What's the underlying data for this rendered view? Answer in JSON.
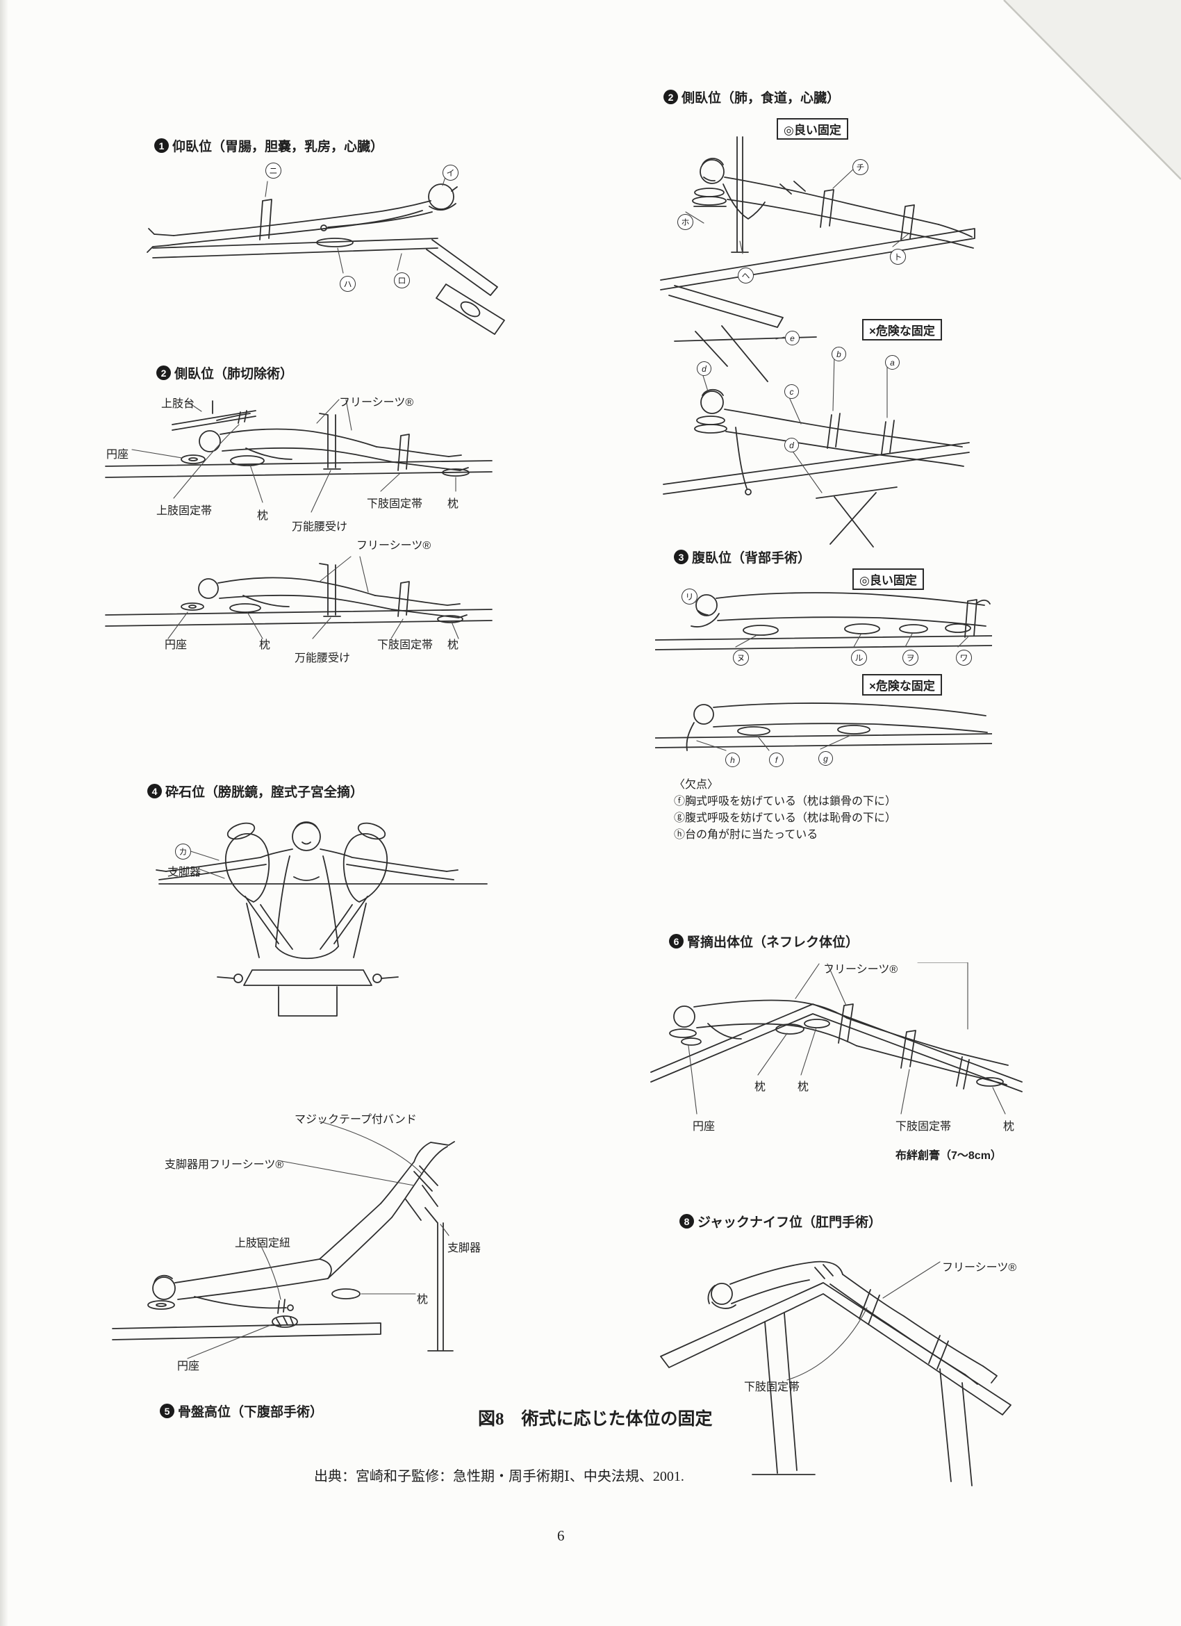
{
  "page": {
    "number": "6",
    "caption": "図8　術式に応じた体位の固定",
    "source": "出典：宮崎和子監修：急性期・周手術期Ⅰ、中央法規、2001."
  },
  "common": {
    "pillow": "枕",
    "round_seat": "円座",
    "free_sheet": "フリーシーツ®",
    "leg_band": "下肢固定帯",
    "waist_support": "万能腰受け",
    "leg_support": "支脚器",
    "good_badge": "◎良い固定",
    "bad_badge": "×危険な固定"
  },
  "fig1": {
    "num": "1",
    "title": "仰臥位（胃腸，胆嚢，乳房，心臓）",
    "marks": {
      "ni": "ニ",
      "i": "イ",
      "ha": "ハ",
      "ro": "ロ"
    }
  },
  "fig2": {
    "num": "2",
    "title": "側臥位（肺切除術）",
    "arm_rest": "上肢台",
    "arm_band": "上肢固定帯"
  },
  "fig2r": {
    "num": "2",
    "title": "側臥位（肺，食道，心臓）",
    "marks": {
      "ho": "ホ",
      "he": "ヘ",
      "to": "ト",
      "chi": "チ"
    },
    "bad_marks": {
      "a": "a",
      "b": "b",
      "c": "c",
      "d": "d",
      "e": "e"
    }
  },
  "fig3": {
    "num": "3",
    "title": "腹臥位（背部手術）",
    "marks": {
      "ri": "リ",
      "nu": "ヌ",
      "ru": "ル",
      "wo": "ヲ",
      "wa": "ワ"
    },
    "bad_marks": {
      "f": "f",
      "g": "g",
      "h": "h"
    },
    "defects_title": "〈欠点〉",
    "defect_f": "ⓕ胸式呼吸を妨げている（枕は鎖骨の下に）",
    "defect_g": "ⓖ腹式呼吸を妨げている（枕は恥骨の下に）",
    "defect_h": "ⓗ台の角が肘に当たっている"
  },
  "fig4": {
    "num": "4",
    "title": "砕石位（膀胱鏡，腟式子宮全摘）",
    "mark_ka": "カ"
  },
  "fig5": {
    "num": "5",
    "title": "骨盤高位（下腹部手術）",
    "velcro_band": "マジックテープ付バンド",
    "stirrup_sheet": "支脚器用フリーシーツ®",
    "arm_tie": "上肢固定紐"
  },
  "fig6": {
    "num": "6",
    "title": "腎摘出体位（ネフレク体位）",
    "tape": "布絆創膏（7～8cm）"
  },
  "fig8": {
    "num": "8",
    "title": "ジャックナイフ位（肛門手術）"
  }
}
